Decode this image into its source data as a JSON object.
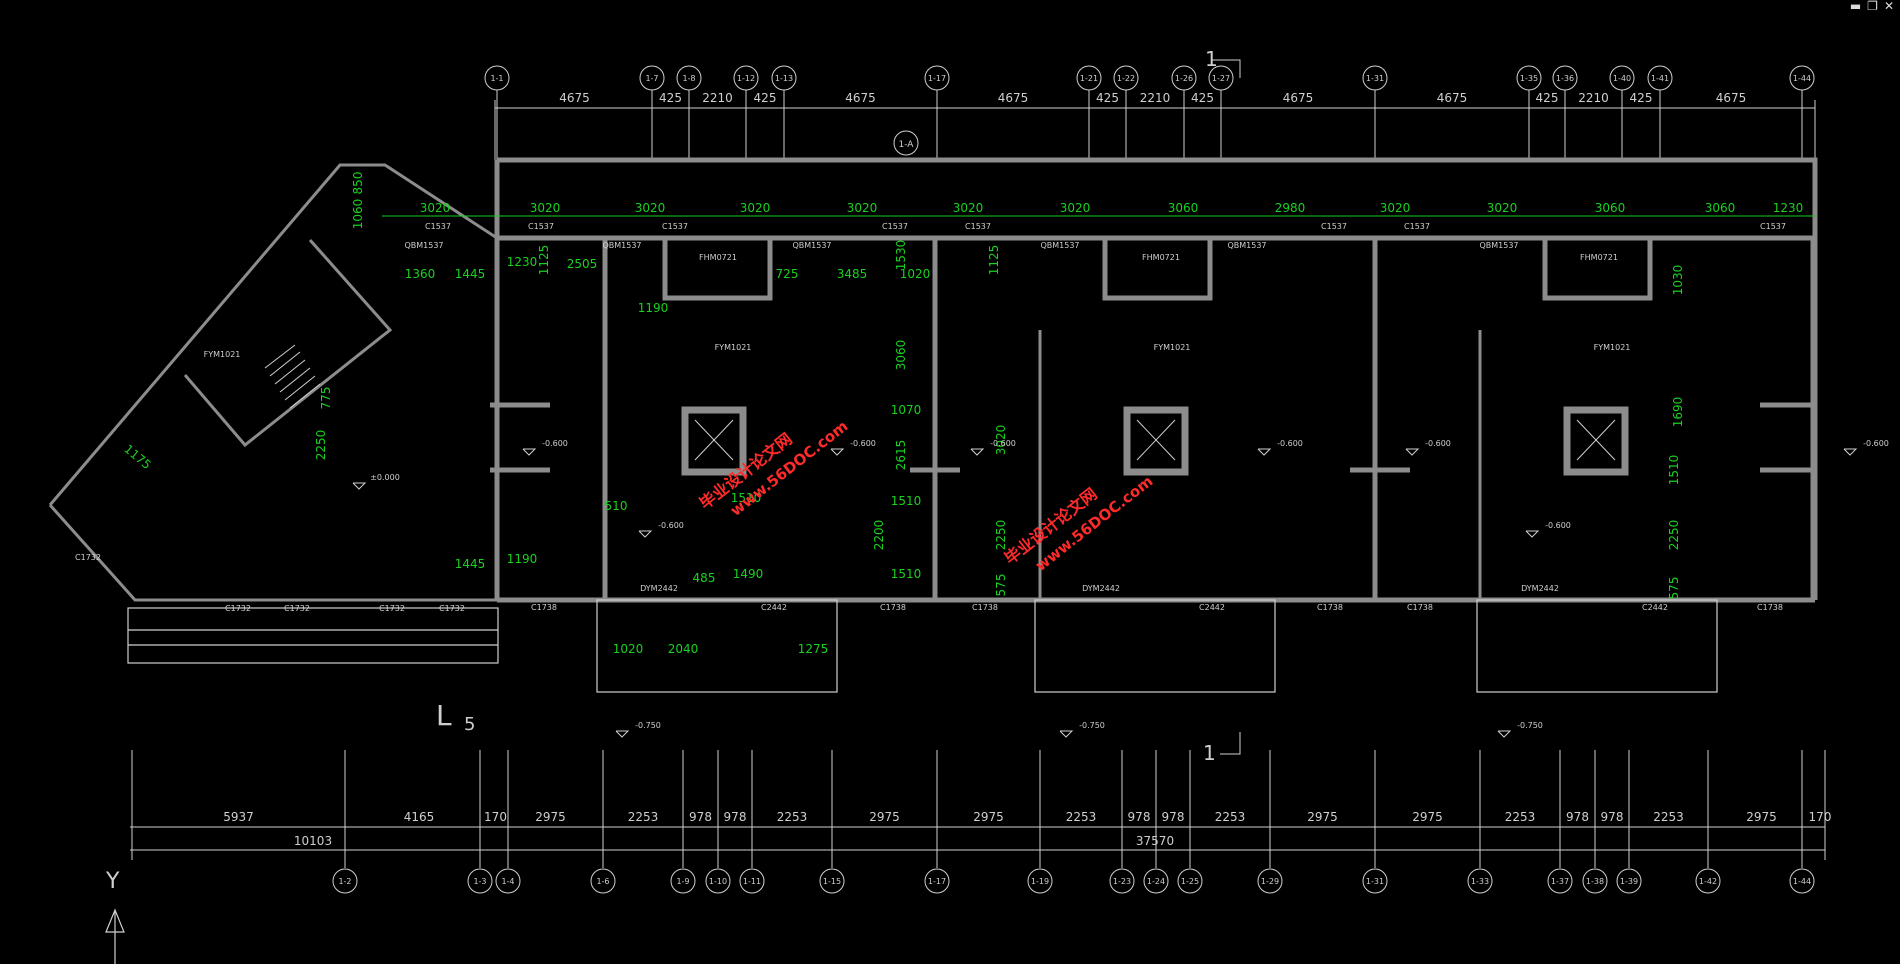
{
  "window": {
    "minimize": "▬",
    "restore": "❐",
    "close": "✕"
  },
  "top_axes": [
    "1-1",
    "1-7",
    "1-8",
    "1-12",
    "1-13",
    "1-17",
    "1-21",
    "1-22",
    "1-26",
    "1-27",
    "1-31",
    "1-35",
    "1-36",
    "1-40",
    "1-41",
    "1-44"
  ],
  "top_dims": [
    "4675",
    "425",
    "2210",
    "425",
    "4675",
    "4675",
    "425",
    "2210",
    "425",
    "4675",
    "4675",
    "425",
    "2210",
    "425",
    "4675"
  ],
  "axis_label_a": "1-A",
  "section_mark": "1",
  "green_dims_row": [
    "3020",
    "3020",
    "3020",
    "3020",
    "3020",
    "3020",
    "3020",
    "3060",
    "2980",
    "3020",
    "3020",
    "3060",
    "3060",
    "1230"
  ],
  "green_dims_misc": [
    "850",
    "1060",
    "1360",
    "1445",
    "1230",
    "1125",
    "2505",
    "725",
    "3485",
    "1020",
    "1530",
    "1125",
    "1190",
    "2250",
    "775",
    "1175",
    "1445",
    "1190",
    "510",
    "1510",
    "485",
    "1490",
    "2615",
    "1070",
    "2200",
    "1510",
    "1510",
    "3060",
    "3020",
    "2250",
    "575",
    "1030",
    "1690",
    "1510",
    "2250",
    "575",
    "1020",
    "2040",
    "1275"
  ],
  "window_tags": [
    "C1537",
    "C1537",
    "C1537",
    "C1537",
    "C1537",
    "C1537",
    "C1537",
    "C1537",
    "C1738",
    "C1738",
    "C1738",
    "C1738",
    "C1738",
    "C1738",
    "C2442",
    "C2442",
    "C2442",
    "C1732",
    "C1732",
    "C1732",
    "C1732",
    "C1732"
  ],
  "door_tags": [
    "QBM1537",
    "QBM1537",
    "QBM1537",
    "QBM1537",
    "QBM1537",
    "QBM1537",
    "DYM2442",
    "DYM2442",
    "DYM2442",
    "FYM1021",
    "FYM1021",
    "FYM1021",
    "FHM0721",
    "FHM0721",
    "FHM0721",
    "FYM1021"
  ],
  "levels": [
    "-0.600",
    "-0.600",
    "-0.600",
    "-0.600",
    "-0.600",
    "-0.600",
    "-0.600",
    "-0.600",
    "±0.000",
    "-0.750",
    "-0.750",
    "-0.750"
  ],
  "watermark_1": "毕业设计论文网",
  "watermark_url": "www.56DOC.com",
  "bottom_dims": [
    "5937",
    "4165",
    "170",
    "2975",
    "2253",
    "978",
    "978",
    "2253",
    "2975",
    "2975",
    "2253",
    "978",
    "978",
    "2253",
    "2975",
    "2975",
    "2253",
    "978",
    "978",
    "2253",
    "2975",
    "170"
  ],
  "bottom_totals": [
    "10103",
    "37570"
  ],
  "bottom_axes": [
    "1-2",
    "1-3",
    "1-4",
    "1-6",
    "1-9",
    "1-10",
    "1-11",
    "1-15",
    "1-17",
    "1-19",
    "1-23",
    "1-24",
    "1-25",
    "1-29",
    "1-31",
    "1-33",
    "1-37",
    "1-38",
    "1-39",
    "1-42",
    "1-44"
  ],
  "section_label_l5": "5",
  "section_l": "L",
  "ucs_label": "Y",
  "colors": {
    "bg": "#000000",
    "wall": "#8c8c8c",
    "line": "#cfcfcf",
    "dim_green": "#19d11f",
    "text_white": "#e6e6e6",
    "watermark": "#ff2a2a"
  }
}
